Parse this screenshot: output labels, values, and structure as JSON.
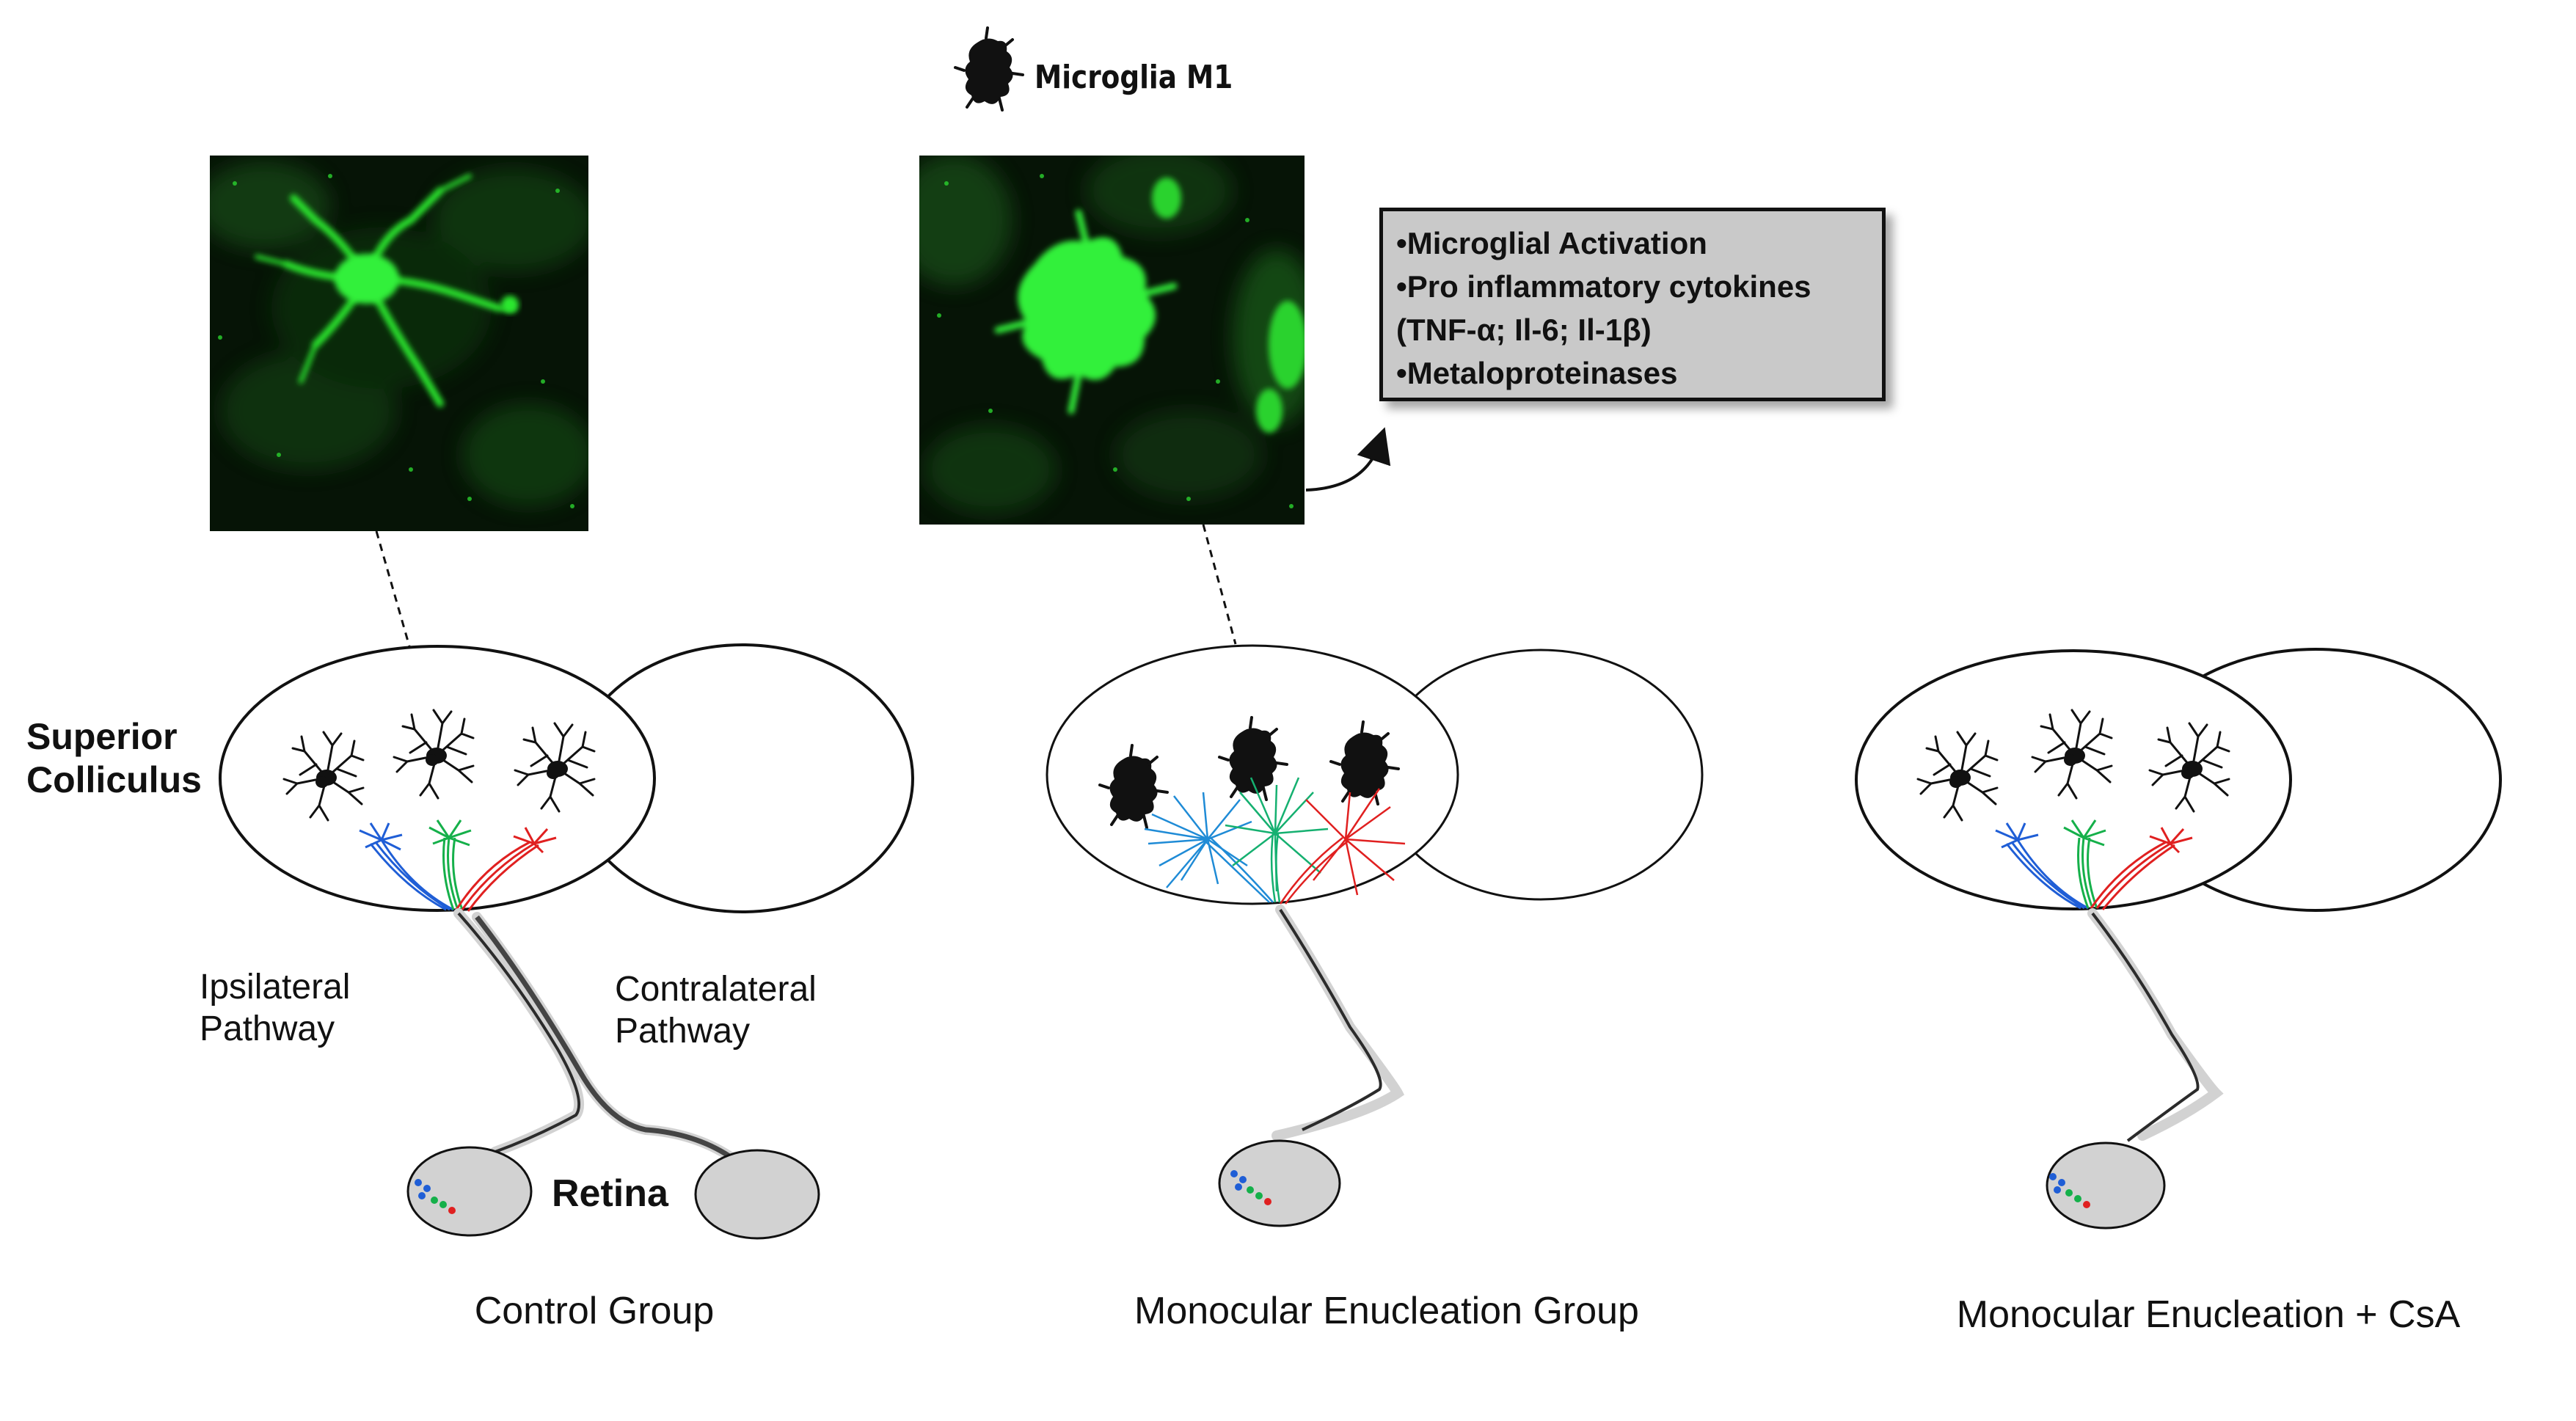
{
  "labels": {
    "superior_colliculus": "Superior Colliculus",
    "ipsilateral_pathway": "Ipsilateral Pathway",
    "contralateral_pathway": "Contralateral Pathway",
    "retina": "Retina",
    "microglia_m1": "Microglia M1"
  },
  "groups": [
    {
      "label": "Control Group"
    },
    {
      "label": "Monocular Enucleation Group"
    },
    {
      "label": "Monocular Enucleation + CsA"
    }
  ],
  "effects": [
    "•Microglial Activation",
    "•Pro inflammatory cytokines",
    "(TNF-α; Il-6; Il-1β)",
    "•Metaloproteinases"
  ],
  "colors": {
    "fluorescence": "#22d02a",
    "ganglion_blue": "#1f5ed6",
    "ganglion_green": "#15b04a",
    "ganglion_red": "#e02020",
    "tissue_gray": "#d2d2d2",
    "box_gray": "#c9c9c9"
  }
}
